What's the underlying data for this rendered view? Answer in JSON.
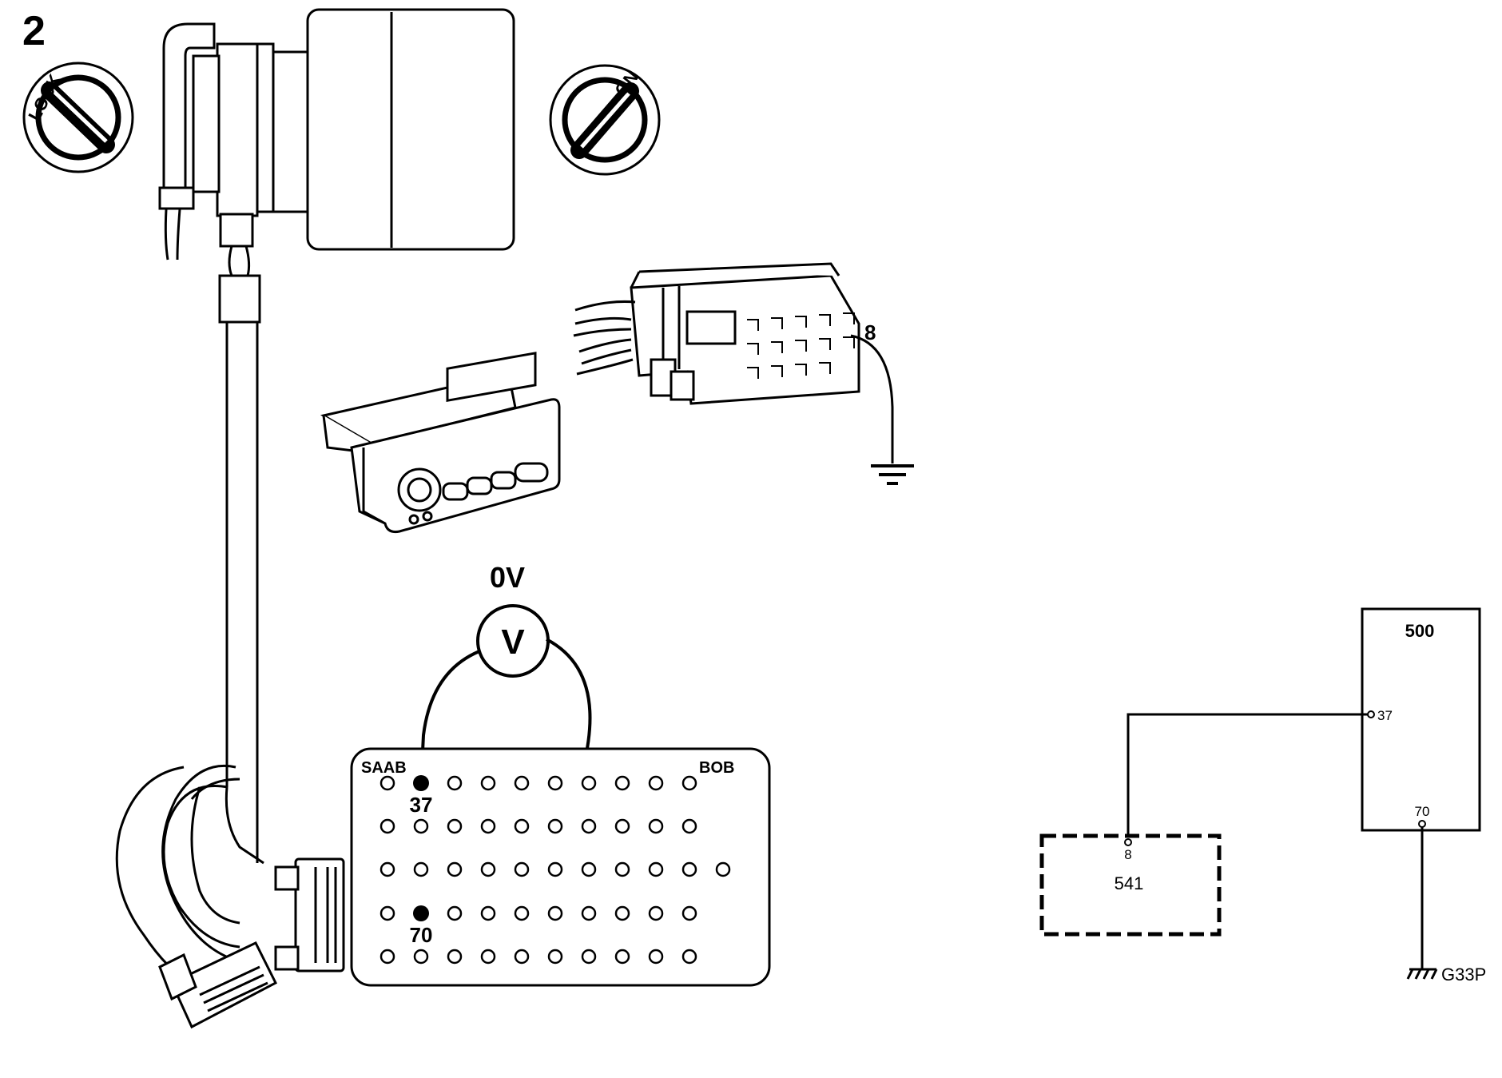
{
  "figure": {
    "number": "2"
  },
  "key_positions": {
    "lock": "LOCK",
    "on": "ON"
  },
  "connector": {
    "pin_label": "8"
  },
  "voltmeter": {
    "reading": "0V",
    "symbol": "V"
  },
  "breakout_box": {
    "brand": "SAAB",
    "name": "BOB",
    "probe_pin_a": "37",
    "probe_pin_b": "70"
  },
  "schematic": {
    "unit_500": "500",
    "pin_37": "37",
    "pin_70": "70",
    "unit_541": "541",
    "pin_8": "8",
    "ground": "G33P"
  },
  "colors": {
    "line": "#000000",
    "background": "#ffffff"
  }
}
